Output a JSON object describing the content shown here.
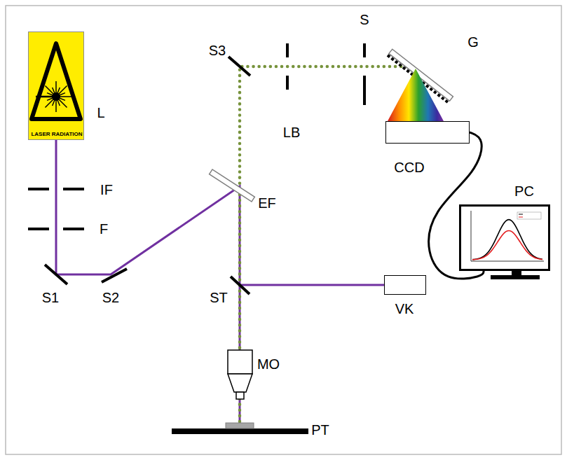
{
  "diagram": {
    "nodes": [
      {
        "text": [
          "LASER RADIATION",
          "L"
        ]
      },
      {
        "text": [
          "VK"
        ]
      },
      {
        "text": [
          "CCD"
        ]
      },
      {
        "text": [
          "PC"
        ]
      }
    ],
    "edges": [
      {
        "from": 2,
        "to": 3,
        "arrow": "none"
      }
    ],
    "labels": [
      "IF",
      "F",
      "S1",
      "S2",
      "ST",
      "MO",
      "PT",
      "EF",
      "S3",
      "LB",
      "S",
      "G"
    ]
  }
}
